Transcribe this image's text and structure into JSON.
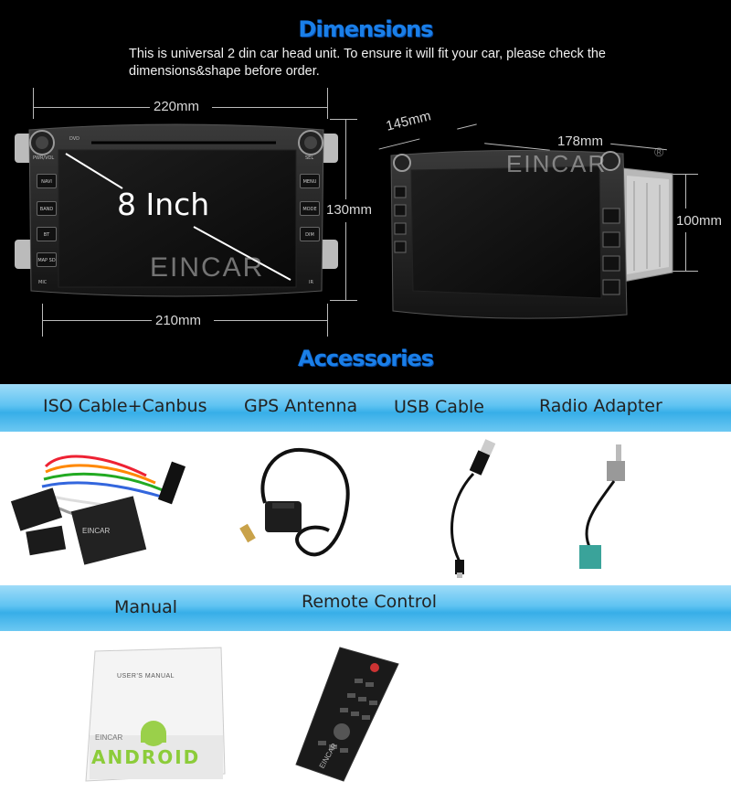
{
  "dimensions": {
    "heading": "Dimensions",
    "description_line1": "This is universal 2 din car head unit. To ensure it will fit your car, please check the",
    "description_line2": "dimensions&shape before order.",
    "front": {
      "width_top": "220mm",
      "height": "130mm",
      "width_bottom": "210mm",
      "screen_size": "8 Inch",
      "watermark": "EINCAR",
      "left_buttons": [
        "NAVI",
        "BAND",
        "BT",
        "MAP SD"
      ],
      "right_buttons": [
        "MENU",
        "MODE",
        "DIM"
      ],
      "top_left_label": "PWR/VOL",
      "top_right_label": "SEL",
      "disc_label": "DVD",
      "bottom_left_label": "MIC",
      "bottom_right_label": "IR"
    },
    "side": {
      "depth": "145mm",
      "width": "178mm",
      "height": "100mm",
      "watermark": "EINCAR",
      "registered_mark": "®"
    }
  },
  "accessories": {
    "heading": "Accessories",
    "row1": [
      "ISO Cable+Canbus",
      "GPS Antenna",
      "USB Cable",
      "Radio Adapter"
    ],
    "row2": [
      "Manual",
      "Remote Control"
    ],
    "cable_watermark": "EINCAR",
    "manual_title": "USER'S MANUAL",
    "manual_logo_text": "EINCAR",
    "manual_brand": "ANDROID",
    "remote_brand": "EINCAR"
  }
}
